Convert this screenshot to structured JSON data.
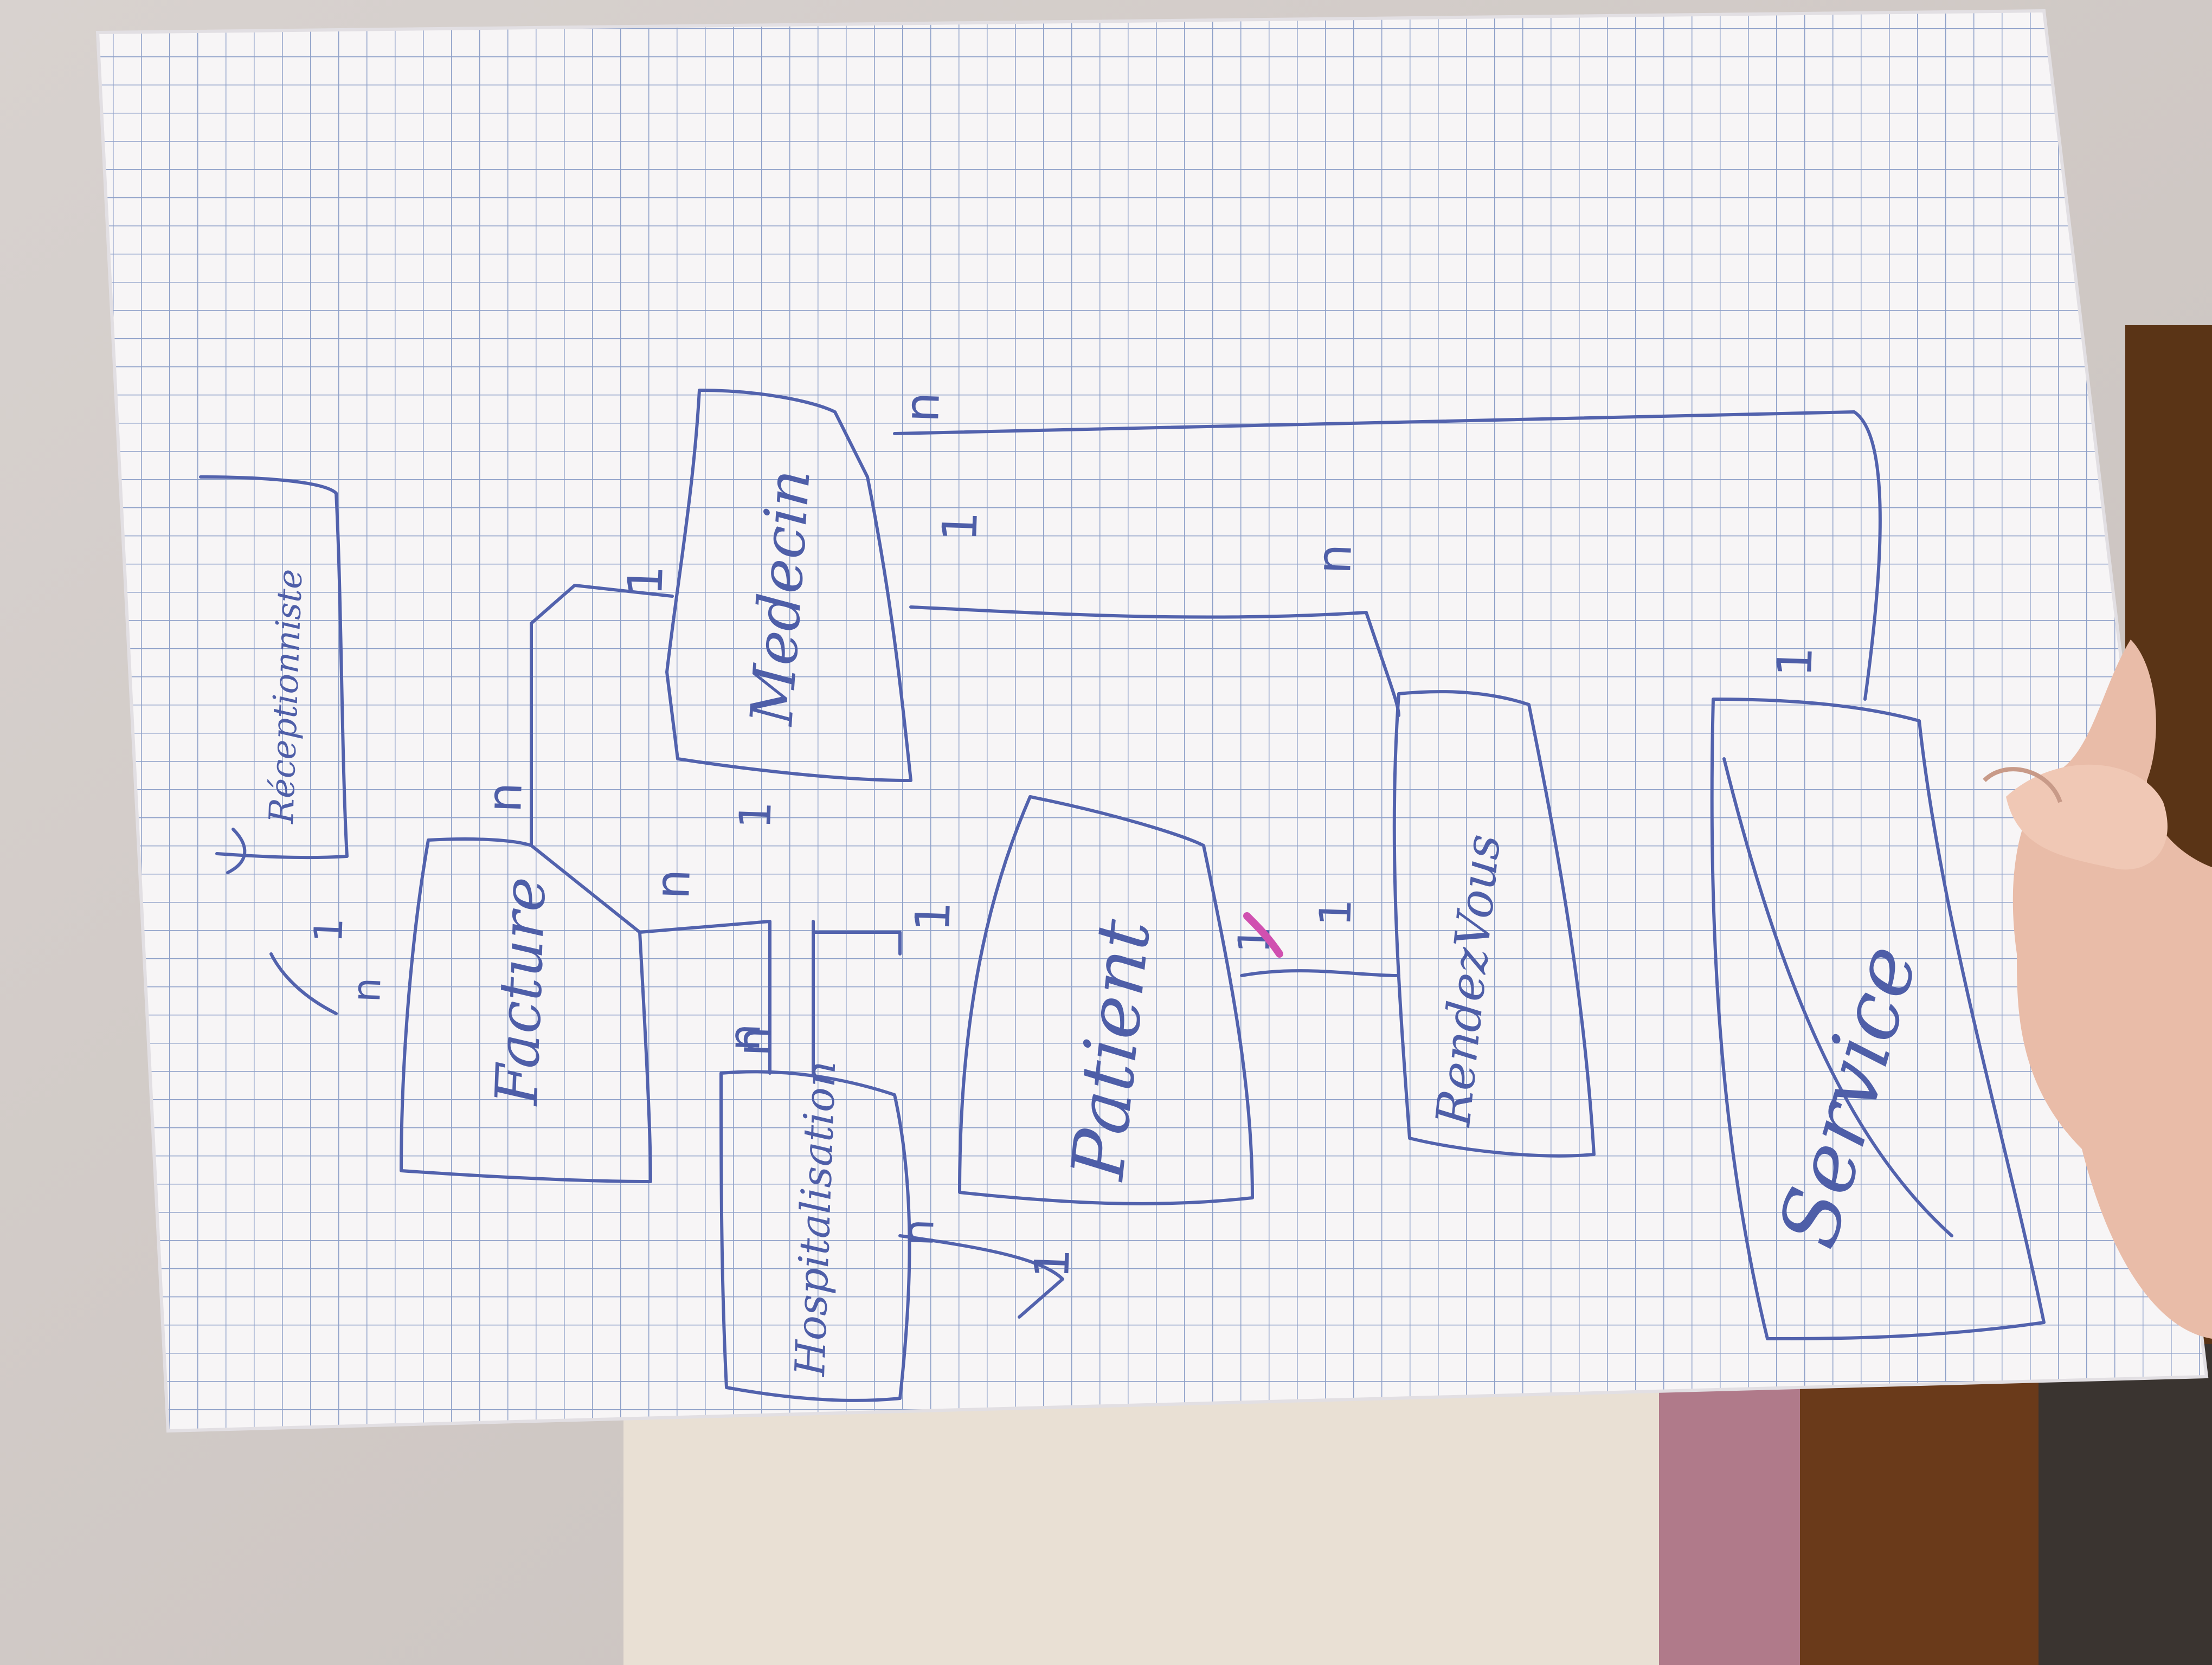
{
  "diagram": {
    "entities": {
      "receptionniste": "Réceptionniste",
      "facture": "Facture",
      "medecin": "Medecin",
      "hospitalisation": "Hospitalisation",
      "patient": "Patient",
      "rendez_vous": "RendezVous",
      "service": "Service"
    },
    "cardinalities": {
      "recep_facture_1": "1",
      "recep_facture_n": "n",
      "facture_medecin_n": "n",
      "facture_medecin_1": "1",
      "facture_hosp_n": "n",
      "facture_hosp_top_n": "n",
      "medecin_hosp_1": "1",
      "medecin_service_n": "n",
      "medecin_service_1": "1",
      "medecin_rdv_1": "1",
      "medecin_rdv_n": "n",
      "hosp_patient_n": "n",
      "hosp_patient_1": "1",
      "patient_hosp_1": "1",
      "patient_rdv_1": "1",
      "patient_rdv_n": "n",
      "service_1": "1"
    }
  },
  "colors": {
    "ink": "#5262ad",
    "paper": "#f7f5f6",
    "grid": "#8ea0c8",
    "pink_mark": "#d050b0"
  }
}
